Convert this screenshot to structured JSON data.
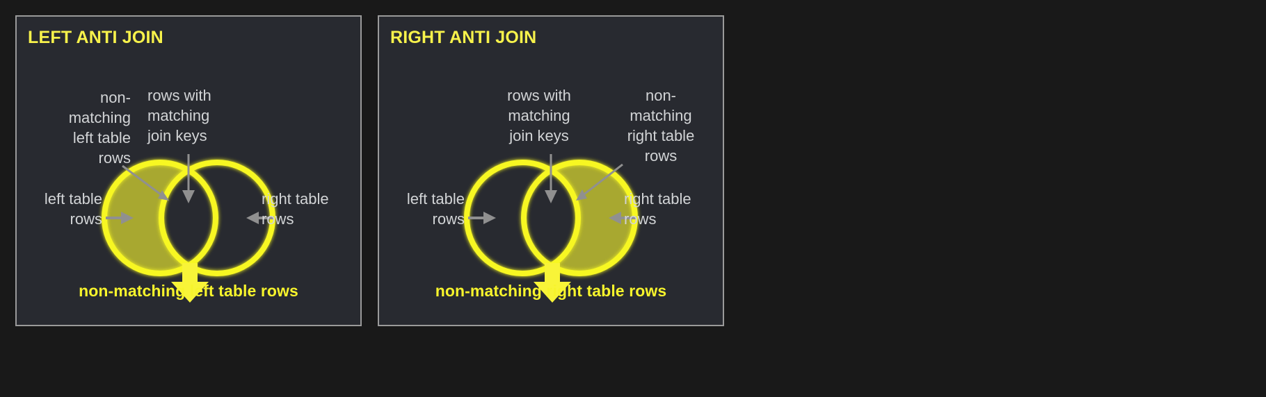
{
  "colors": {
    "page_background": "#191919",
    "panel_background": "#282A30",
    "panel_border": "#9a9a9a",
    "title_yellow": "#F7F24B",
    "caption_yellow": "#F7F42C",
    "circle_stroke": "#F7F722",
    "fill_olive": "#A8A830",
    "label_gray": "#D2D4D6",
    "arrow_gray": "#909090",
    "down_arrow_yellow": "#F8F438"
  },
  "panels": [
    {
      "id": "left-anti-join",
      "title": "LEFT ANTI JOIN",
      "caption": "non-matching left table rows",
      "highlight": "left",
      "labels": {
        "top_left": "non-\nmatching\nleft table\nrows",
        "top_center": "rows with\nmatching\njoin keys",
        "side_left": "left table\nrows",
        "side_right": "right table\nrows"
      }
    },
    {
      "id": "right-anti-join",
      "title": "RIGHT ANTI JOIN",
      "caption": "non-matching right table rows",
      "highlight": "right",
      "labels": {
        "top_left": "rows with\nmatching\njoin keys",
        "top_center": "non-\nmatching\nright table\nrows",
        "side_left": "left table\nrows",
        "side_right": "right table\nrows"
      }
    }
  ],
  "diagram": {
    "type": "venn",
    "sets": [
      "left table rows",
      "right table rows"
    ],
    "regions": [
      {
        "name": "left-only",
        "meaning": "non-matching left table rows"
      },
      {
        "name": "intersection",
        "meaning": "rows with matching join keys"
      },
      {
        "name": "right-only",
        "meaning": "non-matching right table rows"
      }
    ],
    "result_arrow_icon": "down-arrow-icon"
  }
}
